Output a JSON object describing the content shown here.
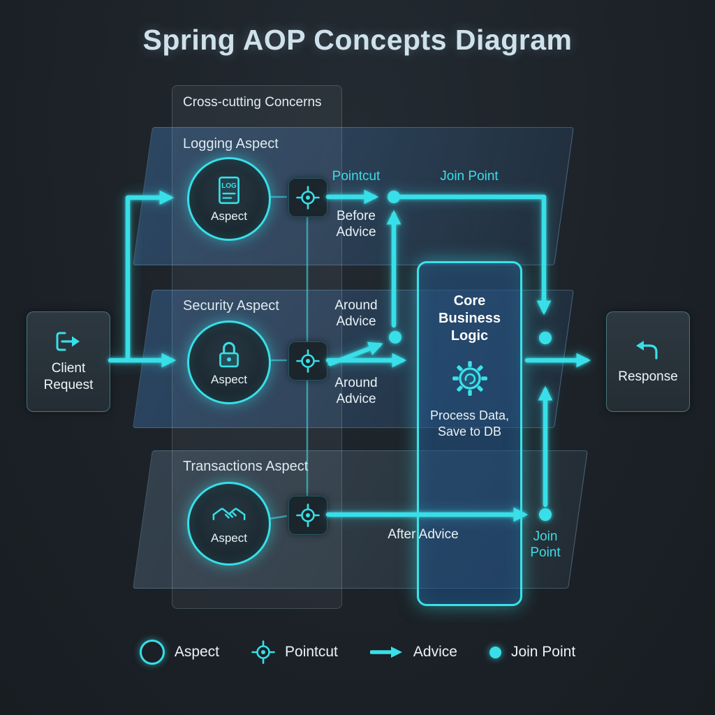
{
  "title": "Spring AOP Concepts Diagram",
  "colors": {
    "background": "#1e242a",
    "accent_cyan": "#38dfe8",
    "band_blue": "#33608f",
    "text_light": "#e8f1f5"
  },
  "cross_cutting": {
    "label": "Cross-cutting Concerns"
  },
  "bands": [
    {
      "name": "Logging Aspect",
      "aspect_label": "Aspect",
      "icon": "log-document-icon",
      "icon_text": "LOG"
    },
    {
      "name": "Security Aspect",
      "aspect_label": "Aspect",
      "icon": "lock-icon"
    },
    {
      "name": "Transactions Aspect",
      "aspect_label": "Aspect",
      "icon": "handshake-icon"
    }
  ],
  "nodes": {
    "client": {
      "label": "Client Request",
      "icon": "logout-arrow-icon"
    },
    "response": {
      "label": "Response",
      "icon": "return-arrow-icon"
    },
    "core": {
      "title": "Core Business Logic",
      "subtitle": "Process Data, Save to DB",
      "icon": "gear-icon"
    }
  },
  "annotations": {
    "pointcut": "Pointcut",
    "join_point_top": "Join Point",
    "before_advice": "Before Advice",
    "around_advice_top": "Around Advice",
    "around_advice_bottom": "Around Advice",
    "after_advice": "After Advice",
    "join_point_bottom": "Join Point"
  },
  "legend": [
    {
      "icon": "aspect-circle-icon",
      "label": "Aspect"
    },
    {
      "icon": "crosshair-icon",
      "label": "Pointcut"
    },
    {
      "icon": "advice-arrow-icon",
      "label": "Advice"
    },
    {
      "icon": "join-point-dot-icon",
      "label": "Join Point"
    }
  ]
}
